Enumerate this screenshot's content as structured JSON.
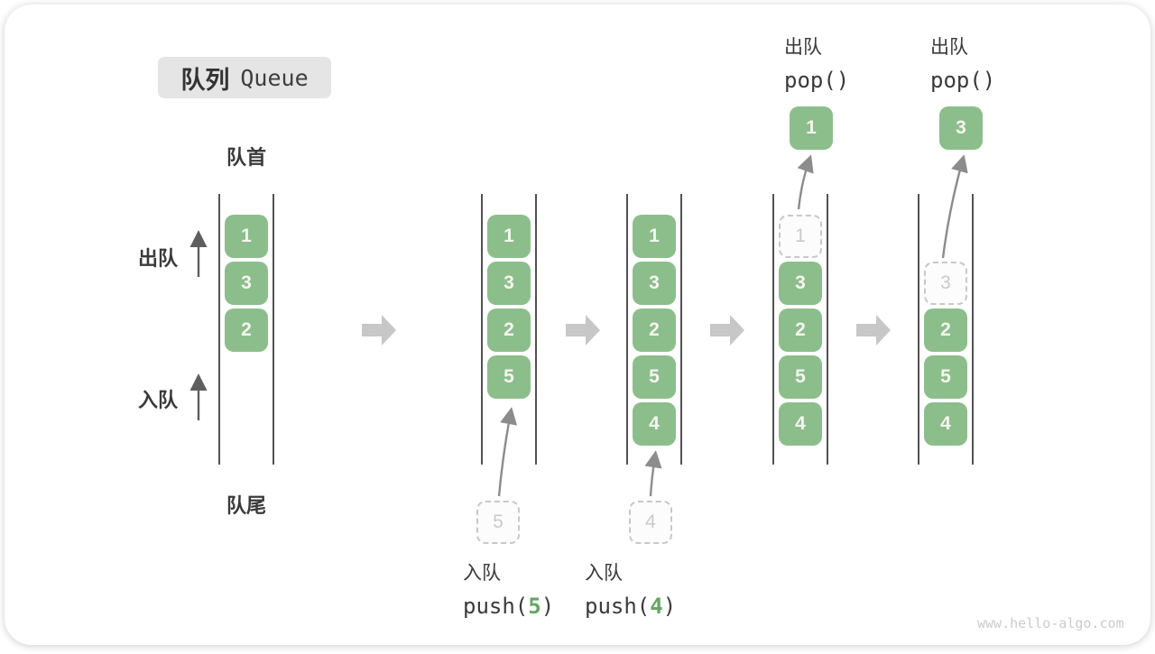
{
  "title": {
    "zh": "队列",
    "en": "Queue"
  },
  "labels": {
    "front": "队首",
    "rear": "队尾",
    "dequeue": "出队",
    "enqueue": "入队"
  },
  "states": [
    {
      "name": "initial-queue",
      "slots": [
        {
          "slot": 0,
          "value": "1",
          "ghost": false
        },
        {
          "slot": 1,
          "value": "3",
          "ghost": false
        },
        {
          "slot": 2,
          "value": "2",
          "ghost": false
        }
      ]
    },
    {
      "name": "after-push-5",
      "slots": [
        {
          "slot": 0,
          "value": "1",
          "ghost": false
        },
        {
          "slot": 1,
          "value": "3",
          "ghost": false
        },
        {
          "slot": 2,
          "value": "2",
          "ghost": false
        },
        {
          "slot": 3,
          "value": "5",
          "ghost": false
        }
      ],
      "staged": {
        "value": "5"
      },
      "op": {
        "label": "入队",
        "code_pre": "push(",
        "code_arg": "5",
        "code_post": ")"
      }
    },
    {
      "name": "after-push-4",
      "slots": [
        {
          "slot": 0,
          "value": "1",
          "ghost": false
        },
        {
          "slot": 1,
          "value": "3",
          "ghost": false
        },
        {
          "slot": 2,
          "value": "2",
          "ghost": false
        },
        {
          "slot": 3,
          "value": "5",
          "ghost": false
        },
        {
          "slot": 4,
          "value": "4",
          "ghost": false
        }
      ],
      "staged": {
        "value": "4"
      },
      "op": {
        "label": "入队",
        "code_pre": "push(",
        "code_arg": "4",
        "code_post": ")"
      }
    },
    {
      "name": "after-pop-1",
      "slots": [
        {
          "slot": 0,
          "value": "1",
          "ghost": true
        },
        {
          "slot": 1,
          "value": "3",
          "ghost": false
        },
        {
          "slot": 2,
          "value": "2",
          "ghost": false
        },
        {
          "slot": 3,
          "value": "5",
          "ghost": false
        },
        {
          "slot": 4,
          "value": "4",
          "ghost": false
        }
      ],
      "popped": {
        "value": "1"
      },
      "op": {
        "label": "出队",
        "code_pre": "pop()",
        "code_arg": "",
        "code_post": ""
      }
    },
    {
      "name": "after-pop-3",
      "slots": [
        {
          "slot": 1,
          "value": "3",
          "ghost": true
        },
        {
          "slot": 2,
          "value": "2",
          "ghost": false
        },
        {
          "slot": 3,
          "value": "5",
          "ghost": false
        },
        {
          "slot": 4,
          "value": "4",
          "ghost": false
        }
      ],
      "popped": {
        "value": "3"
      },
      "op": {
        "label": "出队",
        "code_pre": "pop()",
        "code_arg": "",
        "code_post": ""
      }
    }
  ],
  "colors": {
    "green": "#8cbe8c",
    "code_arg_green": "#66a566",
    "rail_gray": "#525252",
    "flow_arrow_gray": "#c7c7c7",
    "curve_arrow_gray": "#8c8c8c"
  },
  "watermark": "www.hello-algo.com"
}
